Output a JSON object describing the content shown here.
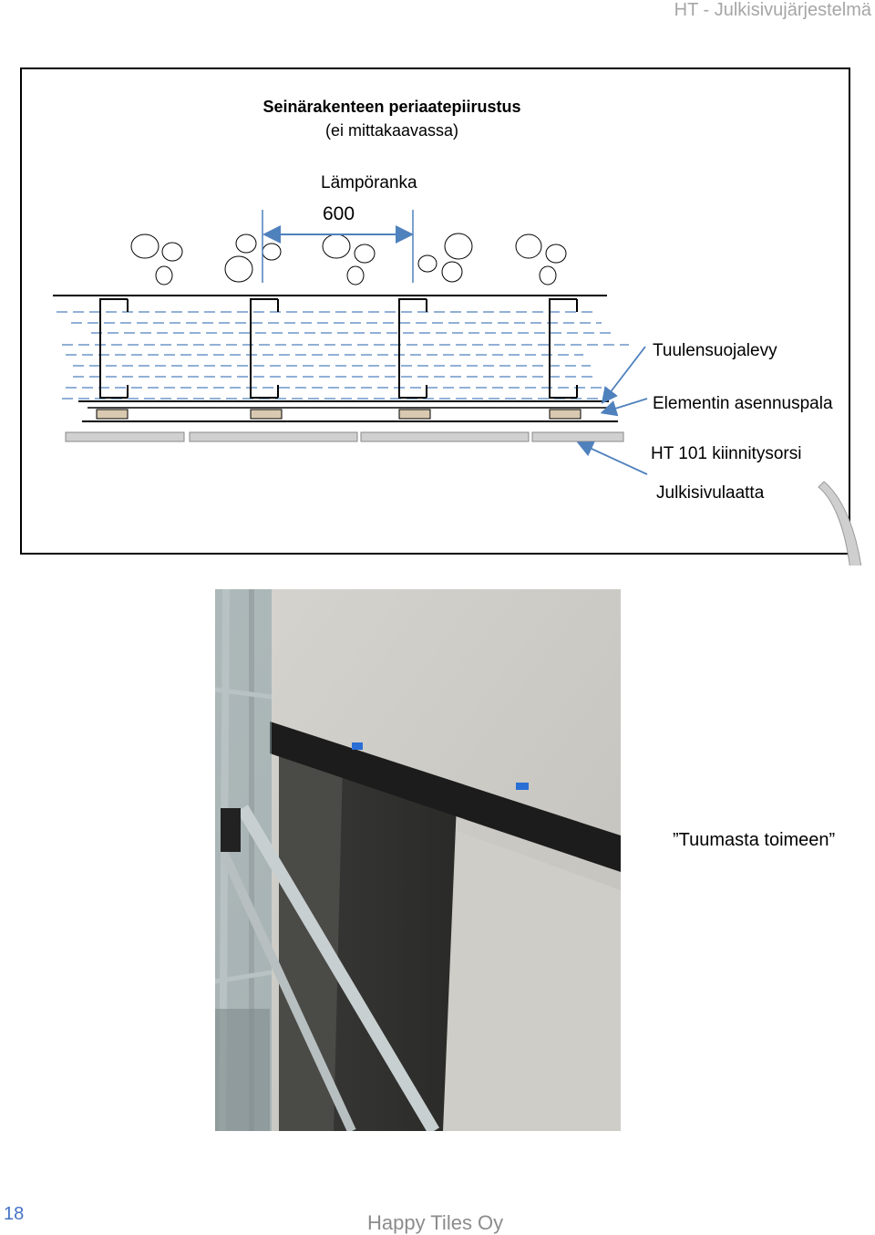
{
  "header": {
    "title": "HT - Julkisivujärjestelmä"
  },
  "diagram": {
    "title": "Seinärakenteen periaatepiirustus",
    "subtitle": "(ei mittakaavassa)",
    "insulation_label": "Lämpöranka",
    "dimension_label": "600",
    "labels": {
      "wind_board": "Tuulensuojalevy",
      "mount_piece": "Elementin asennuspala",
      "rail": "HT 101 kiinnitysorsi",
      "tile": "Julkisivulaatta"
    },
    "colors": {
      "line": "#000000",
      "dashed": "#4f81bd",
      "arrow": "#4f81bd",
      "piece": "#d9c9b0",
      "tile": "#d0d0d0"
    }
  },
  "photo": {
    "caption": "”Tuumasta toimeen”"
  },
  "footer": {
    "page_number": "18",
    "company": "Happy Tiles Oy"
  }
}
